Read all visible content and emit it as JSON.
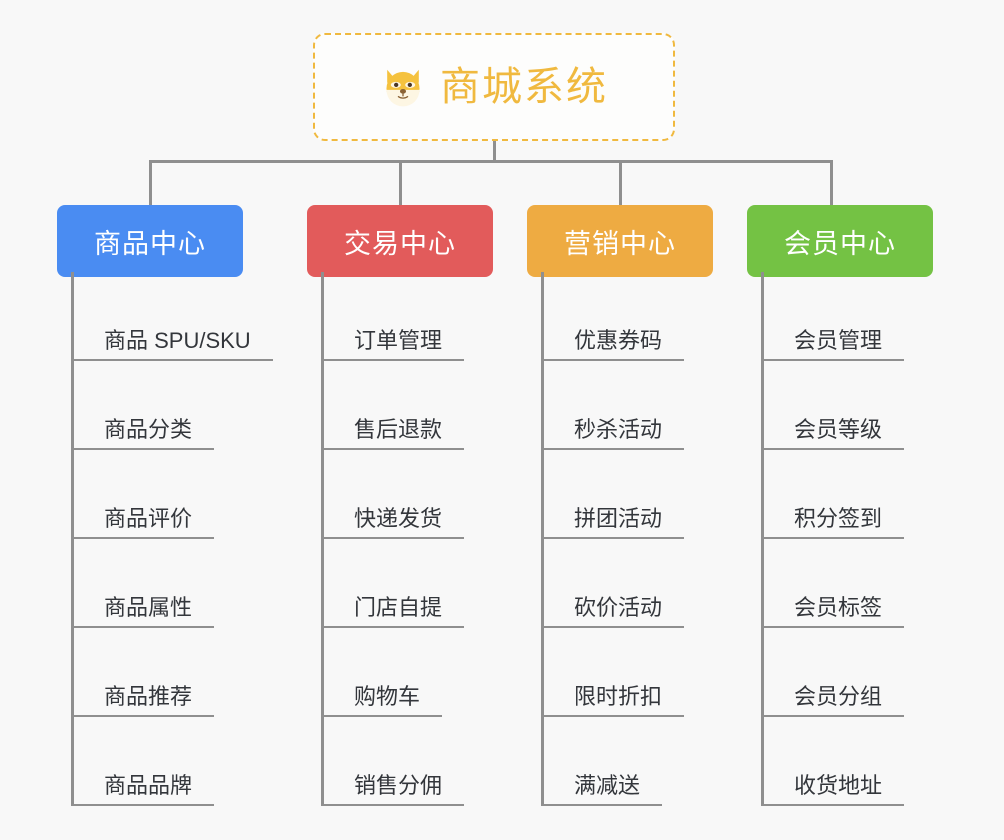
{
  "page": {
    "background_color": "#f8f8f8",
    "line_color": "#8f8f8f",
    "text_color": "#33363b"
  },
  "root": {
    "title": "商城系统",
    "icon": "shiba-dog-emoji",
    "accent_color": "#f0b93f",
    "border_style": "dashed"
  },
  "branches": [
    {
      "label": "商品中心",
      "color": "#4a8cf2",
      "items": [
        "商品 SPU/SKU",
        "商品分类",
        "商品评价",
        "商品属性",
        "商品推荐",
        "商品品牌"
      ]
    },
    {
      "label": "交易中心",
      "color": "#e25b5b",
      "items": [
        "订单管理",
        "售后退款",
        "快递发货",
        "门店自提",
        "购物车",
        "销售分佣"
      ]
    },
    {
      "label": "营销中心",
      "color": "#eeab42",
      "items": [
        "优惠券码",
        "秒杀活动",
        "拼团活动",
        "砍价活动",
        "限时折扣",
        "满减送"
      ]
    },
    {
      "label": "会员中心",
      "color": "#74c244",
      "items": [
        "会员管理",
        "会员等级",
        "积分签到",
        "会员标签",
        "会员分组",
        "收货地址"
      ]
    }
  ]
}
